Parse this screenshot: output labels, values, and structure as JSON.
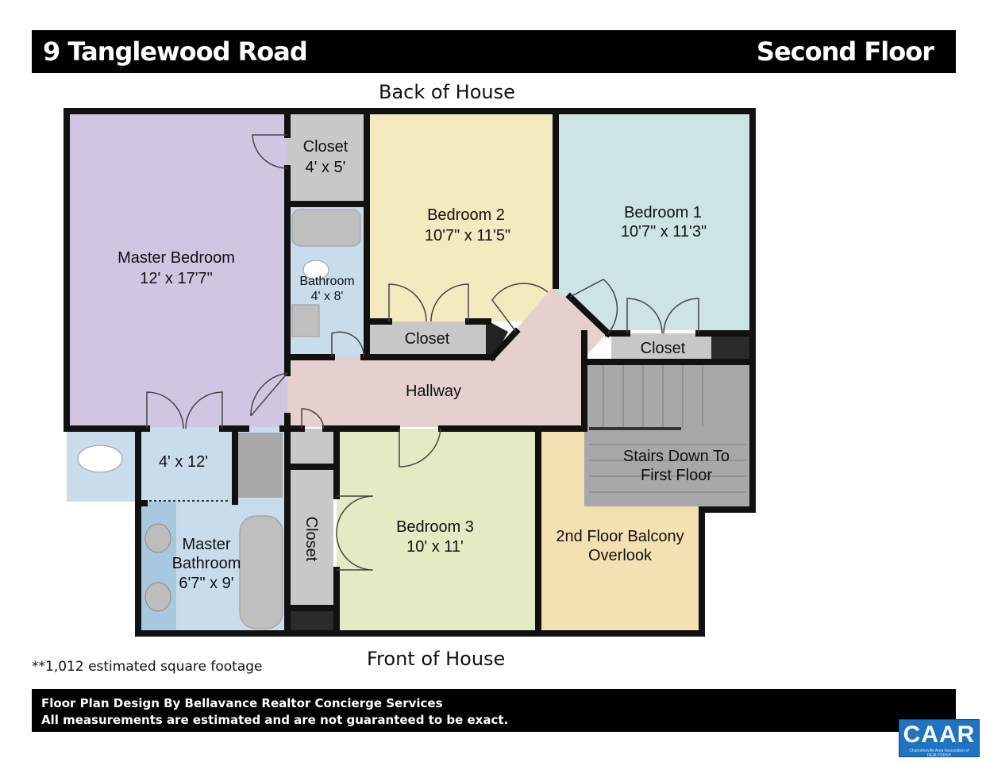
{
  "header": {
    "address": "9 Tanglewood Road",
    "floor": "Second Floor"
  },
  "orientation": {
    "back": "Back of House",
    "front": "Front of House"
  },
  "rooms": {
    "master_bedroom": {
      "name": "Master Bedroom",
      "size": "12' x 17'7\""
    },
    "closet_small": {
      "name": "Closet",
      "size": "4' x 5'"
    },
    "bathroom": {
      "name": "Bathroom",
      "size": "4' x 8'"
    },
    "bedroom2": {
      "name": "Bedroom 2",
      "size": "10'7\" x 11'5\""
    },
    "bedroom1": {
      "name": "Bedroom 1",
      "size": "10'7\" x 11'3\""
    },
    "closet_b2": {
      "name": "Closet"
    },
    "closet_b1": {
      "name": "Closet"
    },
    "hallway": {
      "name": "Hallway"
    },
    "master_bath_upper": {
      "size": "4' x 12'"
    },
    "master_bathroom": {
      "name_line1": "Master",
      "name_line2": "Bathroom",
      "size": "6'7\" x 9'"
    },
    "closet_vertical": {
      "name": "Closet"
    },
    "bedroom3": {
      "name": "Bedroom 3",
      "size": "10' x 11'"
    },
    "balcony": {
      "line1": "2nd Floor Balcony",
      "line2": "Overlook"
    },
    "stairs": {
      "line1": "Stairs Down To",
      "line2": "First Floor"
    }
  },
  "colors": {
    "master_bedroom": "#d1c6e2",
    "bedroom2": "#f4eac0",
    "bedroom1": "#cde4e4",
    "hallway": "#e6cfcf",
    "bathroom": "#c9dcec",
    "bedroom3": "#e4ebc4",
    "balcony": "#f4e1b2",
    "closet": "#c8c8c8",
    "stairs": "#a8a8a8",
    "wall": "#111111"
  },
  "footnote": "**1,012 estimated square footage",
  "footer": {
    "line1": "Floor Plan Design By Bellavance Realtor Concierge Services",
    "line2": "All measurements are estimated and are not guaranteed to be exact."
  },
  "logo": {
    "text": "CAAR",
    "subtext": "Charlottesville Area Association of REALTORS®"
  }
}
